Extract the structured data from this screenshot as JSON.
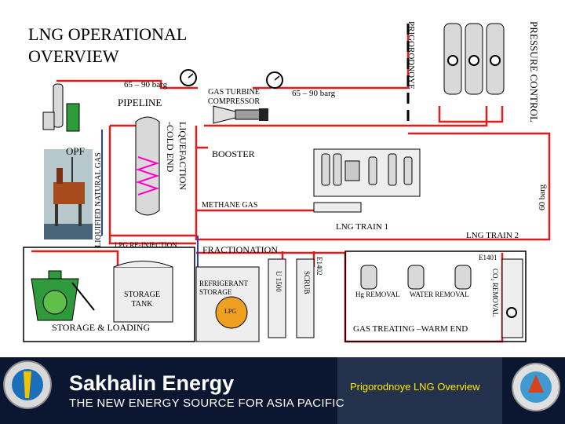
{
  "title": "LNG OPERATIONAL OVERVIEW",
  "labels": {
    "pressure_left": "65 – 90 barg",
    "pressure_right": "65 – 90 barg",
    "pressure_vertical": "60 barg",
    "pipeline": "PIPELINE",
    "gas_turbine": "GAS TURBINE COMPRESSOR",
    "prigorodnoye": "PRIGORODNOYE",
    "pressure_control": "PRESSURE CONTROL",
    "opf": "OPF",
    "liquified_gas": "LIQUIFIED NATURAL GAS",
    "liquefaction": "LIQUEFACTION",
    "cold_end": "-COLD END",
    "booster": "BOOSTER",
    "methane": "METHANE GAS",
    "lng_train_1": "LNG TRAIN 1",
    "lng_train_2": "LNG TRAIN 2",
    "lpg_reinjection": "LPG RE-INJECTION",
    "fractionation": "FRACTIONATION",
    "e1401": "E1401",
    "e1402": "E1402",
    "storage_tank": "STORAGE TANK",
    "refrigerant": "REFRIGERANT STORAGE",
    "lpg": "LPG",
    "u1500": "U 1500",
    "scrub": "SCRUB",
    "hg_removal": "Hg REMOVAL",
    "water_removal": "WATER REMOVAL",
    "co2_removal": "CO₂ REMOVAL",
    "storage_loading": "STORAGE & LOADING",
    "gas_treating": "GAS TREATING –WARM END"
  },
  "footer": {
    "brand": "Sakhalin Energy",
    "tagline": "THE NEW ENERGY SOURCE FOR ASIA PACIFIC",
    "caption": "Prigorodnoye LNG Overview"
  },
  "colors": {
    "line_red": "#e21b1b",
    "line_blue": "#1f3fcf",
    "footer_bg": "#0b1730",
    "caption_yellow": "#ffea00",
    "equipment_green": "#2f9a3c"
  }
}
